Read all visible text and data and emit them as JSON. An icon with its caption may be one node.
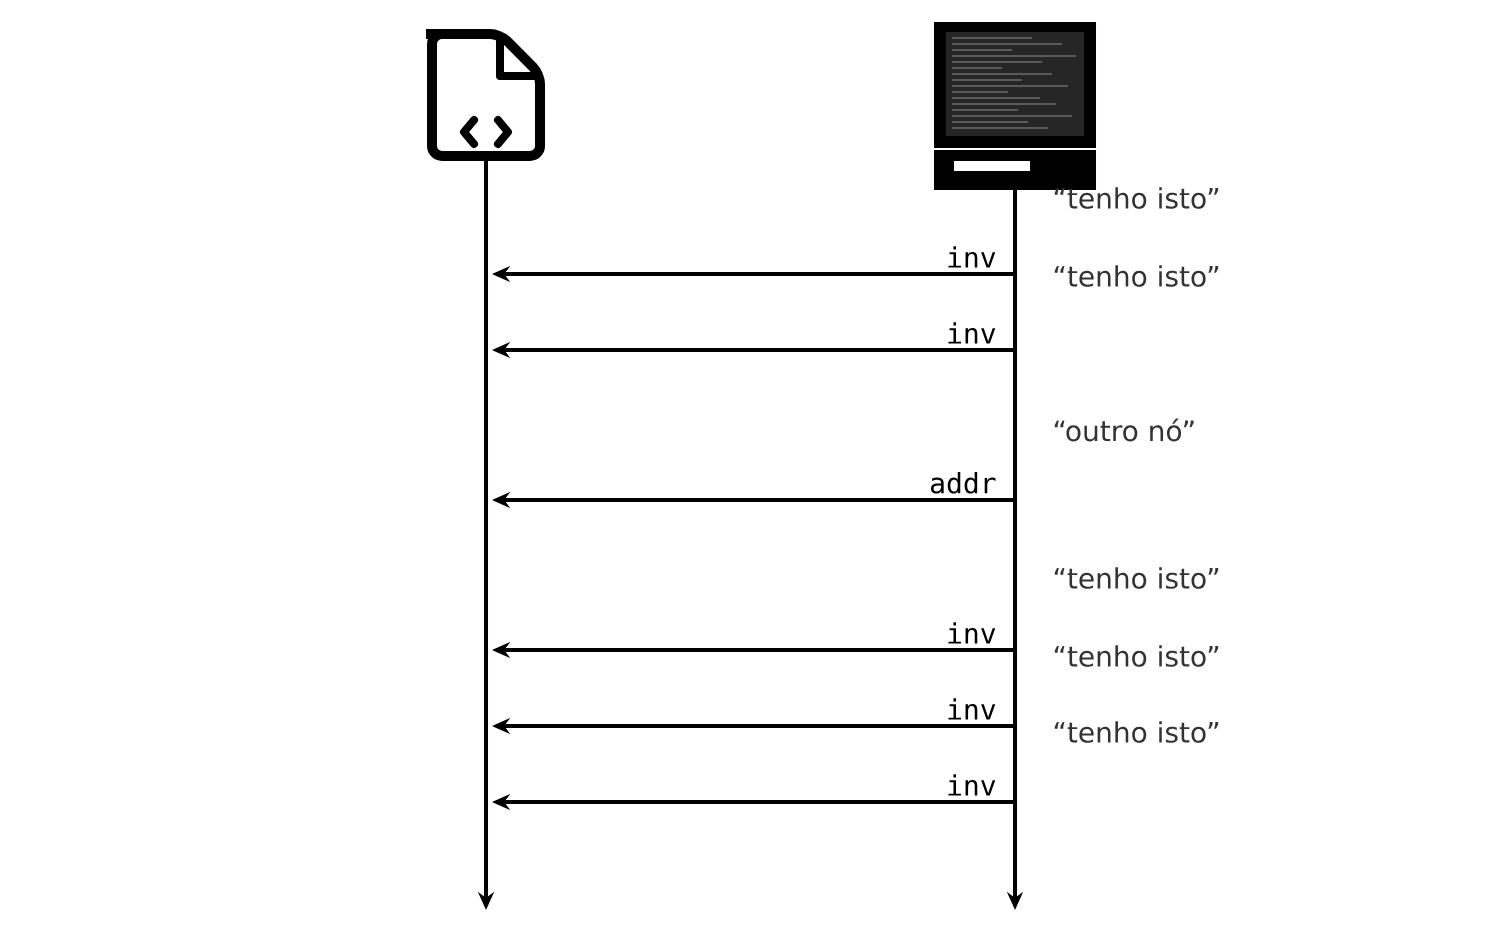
{
  "diagram": {
    "nodes": [
      {
        "text": [],
        "shape": "document"
      },
      {
        "text": [],
        "shape": "computer"
      }
    ],
    "edges": [
      {
        "from": 1,
        "to": 0,
        "arrow": "to",
        "label": "inv"
      },
      {
        "from": 1,
        "to": 0,
        "arrow": "to",
        "label": "inv"
      },
      {
        "from": 1,
        "to": 0,
        "arrow": "to",
        "label": "addr"
      },
      {
        "from": 1,
        "to": 0,
        "arrow": "to",
        "label": "inv"
      },
      {
        "from": 1,
        "to": 0,
        "arrow": "to",
        "label": "inv"
      },
      {
        "from": 1,
        "to": 0,
        "arrow": "to",
        "label": "inv"
      }
    ],
    "labels": [
      "“tenho isto”",
      "“tenho isto”",
      "“outro nó”",
      "“tenho isto”",
      "“tenho isto”",
      "“tenho isto”"
    ]
  }
}
